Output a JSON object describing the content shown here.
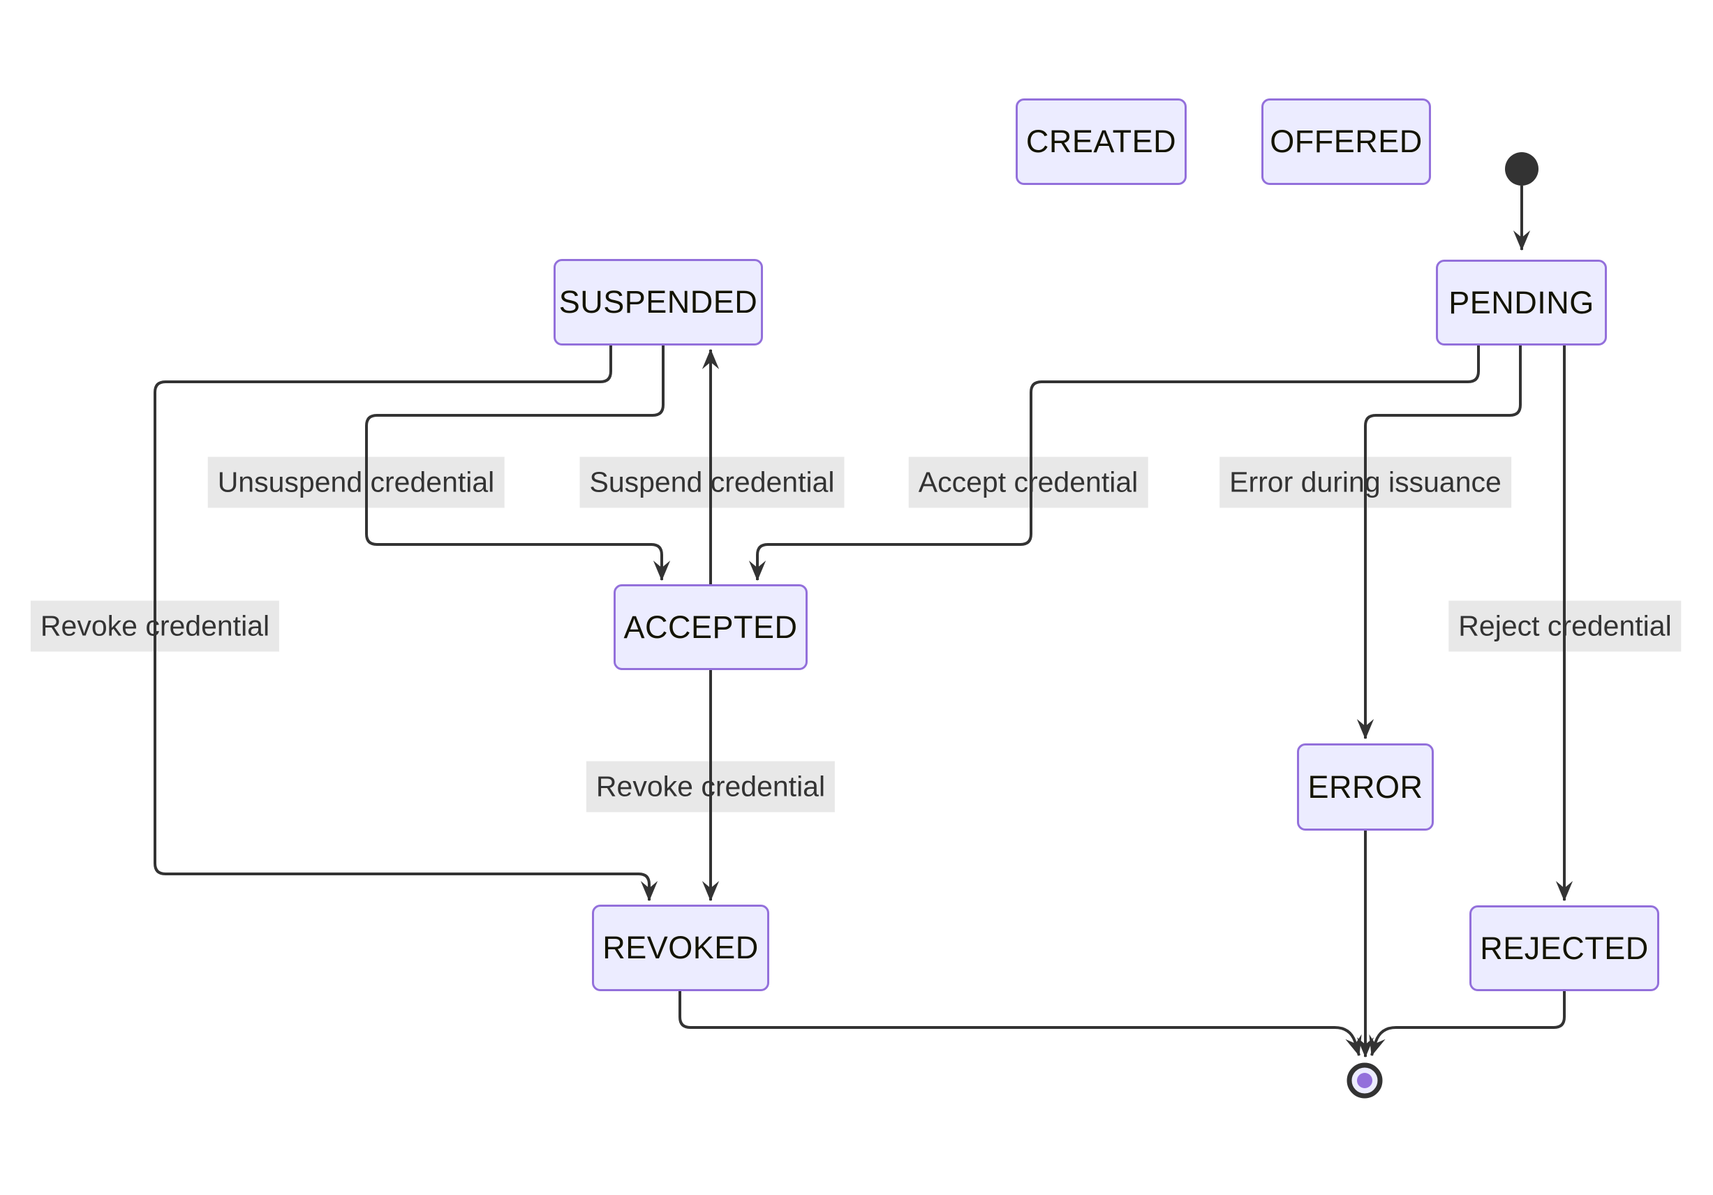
{
  "diagram": {
    "type": "state-diagram",
    "states": {
      "created": {
        "label": "CREATED"
      },
      "offered": {
        "label": "OFFERED"
      },
      "pending": {
        "label": "PENDING"
      },
      "suspended": {
        "label": "SUSPENDED"
      },
      "accepted": {
        "label": "ACCEPTED"
      },
      "error": {
        "label": "ERROR"
      },
      "revoked": {
        "label": "REVOKED"
      },
      "rejected": {
        "label": "REJECTED"
      }
    },
    "transitions": [
      {
        "from": "initial",
        "to": "PENDING",
        "label": ""
      },
      {
        "from": "SUSPENDED",
        "to": "ACCEPTED",
        "label": "Unsuspend credential"
      },
      {
        "from": "ACCEPTED",
        "to": "SUSPENDED",
        "label": "Suspend credential"
      },
      {
        "from": "PENDING",
        "to": "ACCEPTED",
        "label": "Accept credential"
      },
      {
        "from": "PENDING",
        "to": "ERROR",
        "label": "Error during issuance"
      },
      {
        "from": "SUSPENDED",
        "to": "REVOKED",
        "label": "Revoke credential"
      },
      {
        "from": "PENDING",
        "to": "REJECTED",
        "label": "Reject credential"
      },
      {
        "from": "ACCEPTED",
        "to": "REVOKED",
        "label": "Revoke credential"
      },
      {
        "from": "ERROR",
        "to": "final",
        "label": ""
      },
      {
        "from": "REVOKED",
        "to": "final",
        "label": ""
      },
      {
        "from": "REJECTED",
        "to": "final",
        "label": ""
      }
    ],
    "colors": {
      "canvas_bg": "#ffffff",
      "node_fill": "#ECECFF",
      "node_border": "#9370DB",
      "edge": "#333333",
      "label_bg": "#e8e8e8",
      "label_text": "#333333",
      "state_text": "#131300",
      "start_dot": "#333333",
      "final_inner": "#9370DB"
    }
  }
}
